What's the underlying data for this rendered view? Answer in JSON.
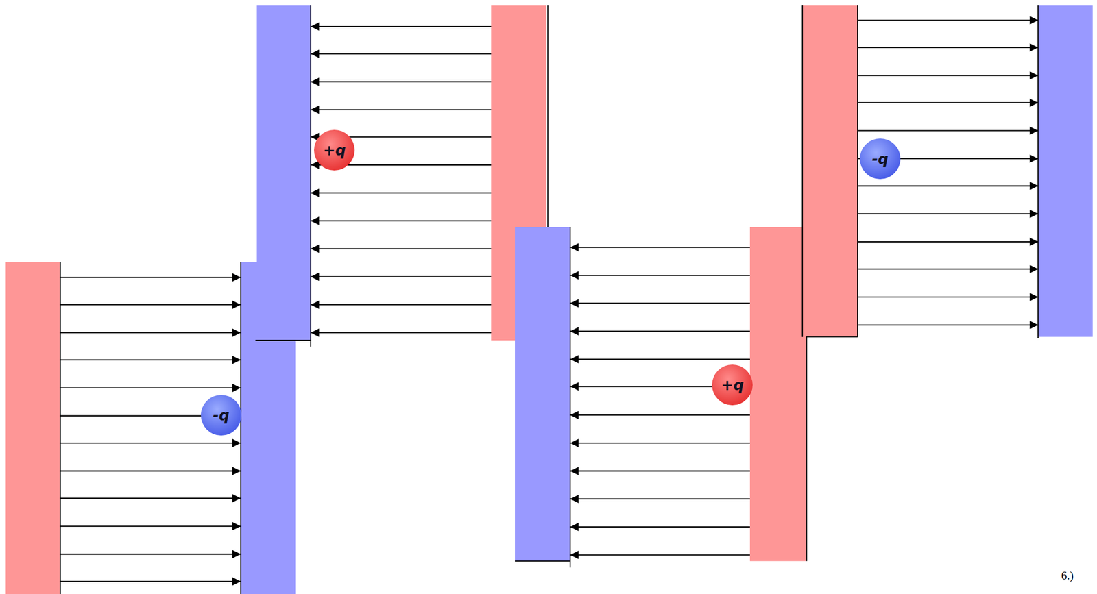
{
  "diagram": {
    "nodes": [
      {
        "text": [
          "+q"
        ]
      },
      {
        "text": [
          "-q"
        ]
      },
      {
        "text": [
          "+q"
        ]
      },
      {
        "text": [
          "-q"
        ]
      }
    ],
    "labels": [
      "6.)"
    ]
  }
}
